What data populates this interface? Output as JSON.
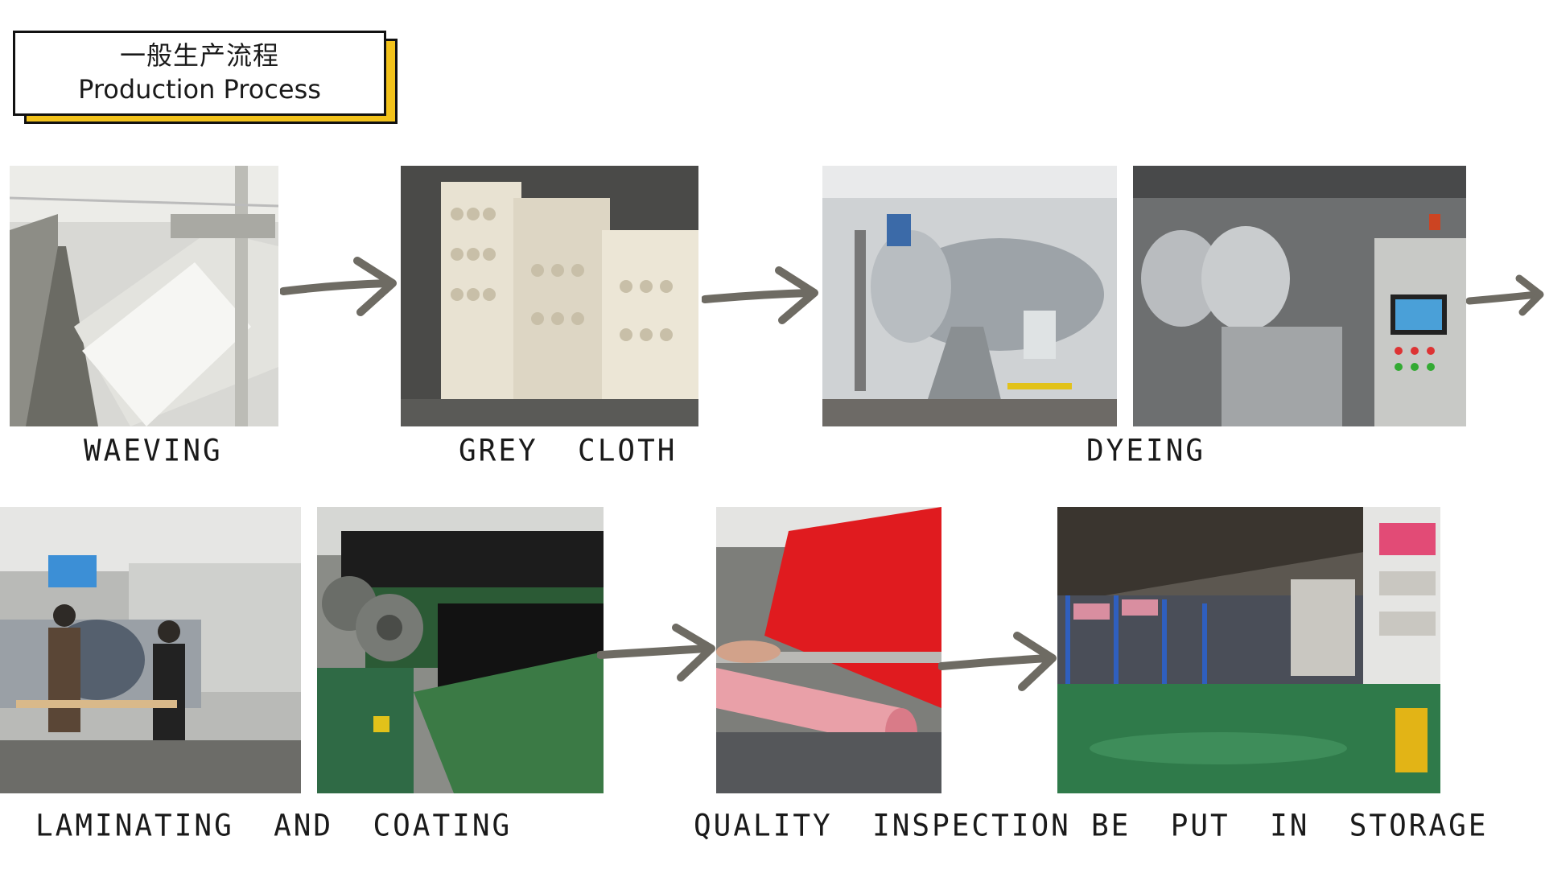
{
  "title": {
    "cn": "一般生产流程",
    "en": "Production Process"
  },
  "steps": [
    {
      "label": "WAEVING"
    },
    {
      "label": "GREY  CLOTH"
    },
    {
      "label": "DYEING"
    },
    {
      "label": "LAMINATING  AND  COATING"
    },
    {
      "label": "QUALITY  INSPECTION"
    },
    {
      "label": "BE  PUT  IN  STORAGE"
    }
  ],
  "colors": {
    "accent": "#f2c21b",
    "arrow": "#6e6b63"
  }
}
